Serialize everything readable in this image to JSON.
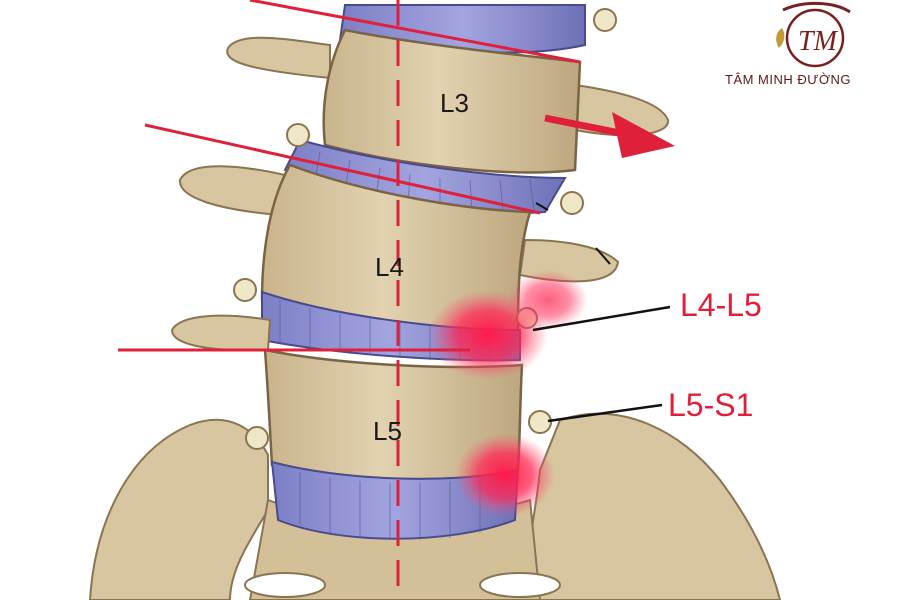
{
  "vertebrae": {
    "l3": "L3",
    "l4": "L4",
    "l5": "L5"
  },
  "callouts": {
    "l4_l5": "L4-L5",
    "l5_s1": "L5-S1"
  },
  "brand": {
    "name": "TÂM MINH ĐƯỜNG",
    "monogram": "TM"
  },
  "colors": {
    "bone": "#d8c6a0",
    "bone_shade": "#b9a27a",
    "disc": "#8f8fd2",
    "disc_dark": "#5b5ca8",
    "accent_red": "#e0203a",
    "brand": "#7a1f1f"
  }
}
